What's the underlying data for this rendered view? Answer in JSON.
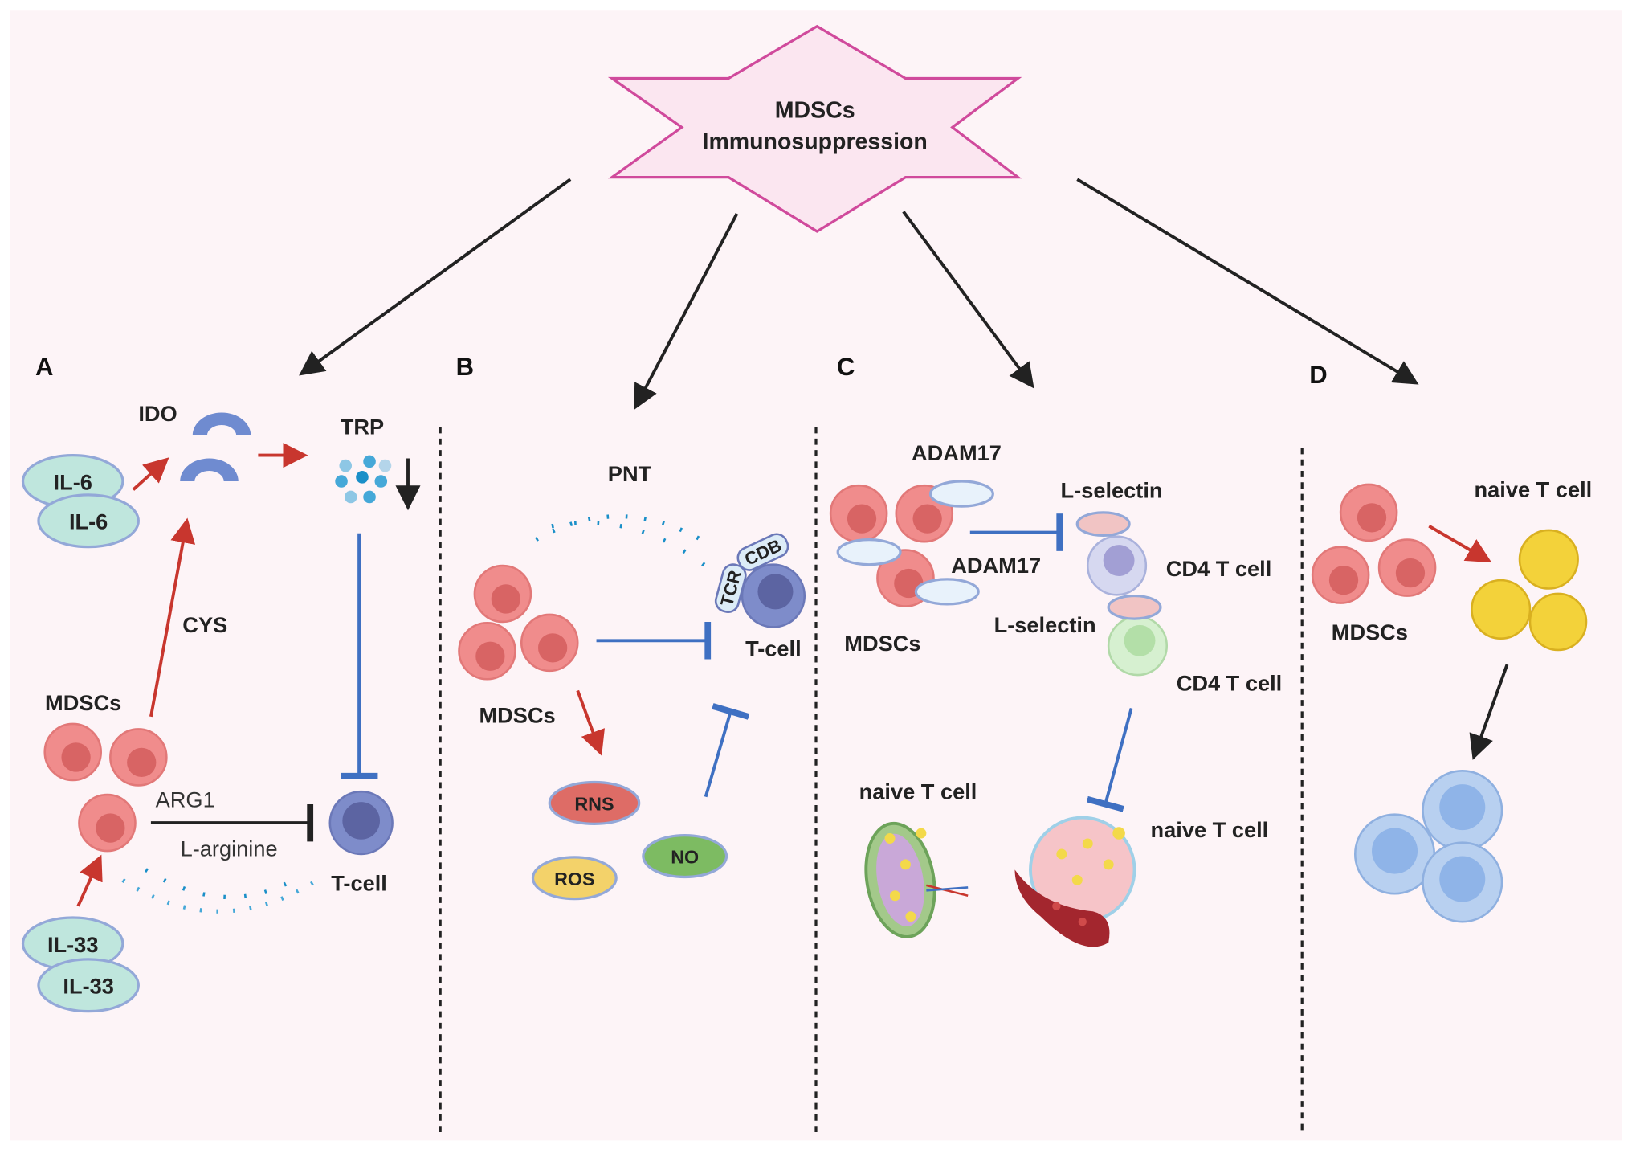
{
  "title": {
    "line1": "MDSCs",
    "line2": "Immunosuppression"
  },
  "colors": {
    "background": "#fdf4f7",
    "star_border": "#d04a9c",
    "mdsc": "#f08c8c",
    "inhibition": "#3f70c2",
    "activation": "#c8362e"
  },
  "panel_a": {
    "label": "A",
    "ido": "IDO",
    "trp": "TRP",
    "il6": [
      "IL-6",
      "IL-6"
    ],
    "cys": "CYS",
    "mdscs": "MDSCs",
    "arg1": "ARG1",
    "l_arginine": "L-arginine",
    "t_cell": "T-cell",
    "il33": [
      "IL-33",
      "IL-33"
    ]
  },
  "panel_b": {
    "label": "B",
    "pnt": "PNT",
    "tcr": "TCR",
    "cdb": "CDB",
    "t_cell": "T-cell",
    "mdscs": "MDSCs",
    "rns": "RNS",
    "ros": "ROS",
    "no": "NO"
  },
  "panel_c": {
    "label": "C",
    "adam17_top": "ADAM17",
    "adam17_mid": "ADAM17",
    "l_selectin_top": "L-selectin",
    "l_selectin_mid": "L-selectin",
    "cd4_top": "CD4 T cell",
    "cd4_bottom": "CD4 T cell",
    "mdscs": "MDSCs",
    "naive_left": "naive T cell",
    "naive_right": "naive T cell"
  },
  "panel_d": {
    "label": "D",
    "naive": "naive T cell",
    "mdscs": "MDSCs"
  }
}
